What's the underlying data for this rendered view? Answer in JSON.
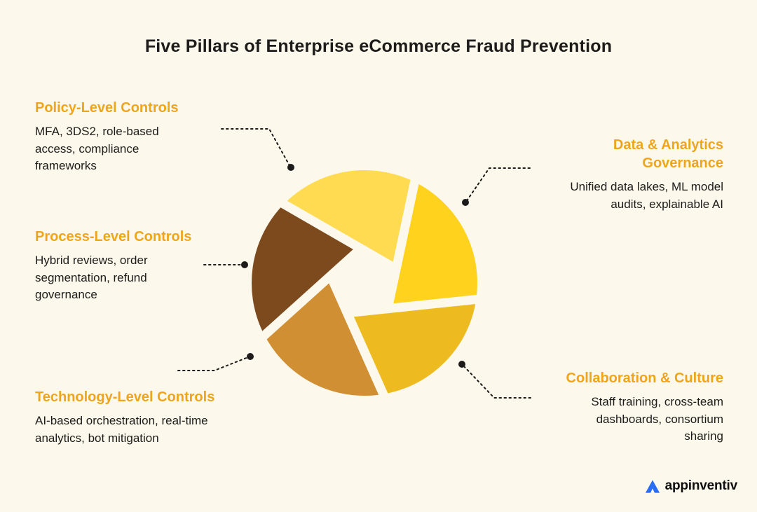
{
  "title": "Five Pillars of Enterprise eCommerce Fraud Prevention",
  "colors": {
    "bg": "#FCF8EB",
    "ink": "#1D1C1A",
    "accent": "#EFA51B",
    "logoblue": "#2A6CF4"
  },
  "pillars": [
    {
      "id": "policy",
      "label": "Policy-Level Controls",
      "description": "MFA, 3DS2, role-based access, compliance frameworks"
    },
    {
      "id": "data",
      "label": "Data & Analytics Governance",
      "description": "Unified data lakes, ML model audits, explainable AI"
    },
    {
      "id": "process",
      "label": "Process-Level Controls",
      "description": "Hybrid reviews, order segmentation, refund governance"
    },
    {
      "id": "technology",
      "label": "Technology-Level Controls",
      "description": "AI-based orchestration, real-time analytics, bot mitigation"
    },
    {
      "id": "collaboration",
      "label": "Collaboration & Culture",
      "description": "Staff training, cross-team dashboards, consortium sharing"
    }
  ],
  "aperture": {
    "segments": [
      {
        "name": "top",
        "color": "#FFDB52"
      },
      {
        "name": "upper-right",
        "color": "#FFD21E"
      },
      {
        "name": "lower-right",
        "color": "#EDBB1F"
      },
      {
        "name": "bottom-left",
        "color": "#D18F33"
      },
      {
        "name": "left",
        "color": "#7D4A1E"
      }
    ]
  },
  "logo": {
    "text": "appinventiv"
  }
}
